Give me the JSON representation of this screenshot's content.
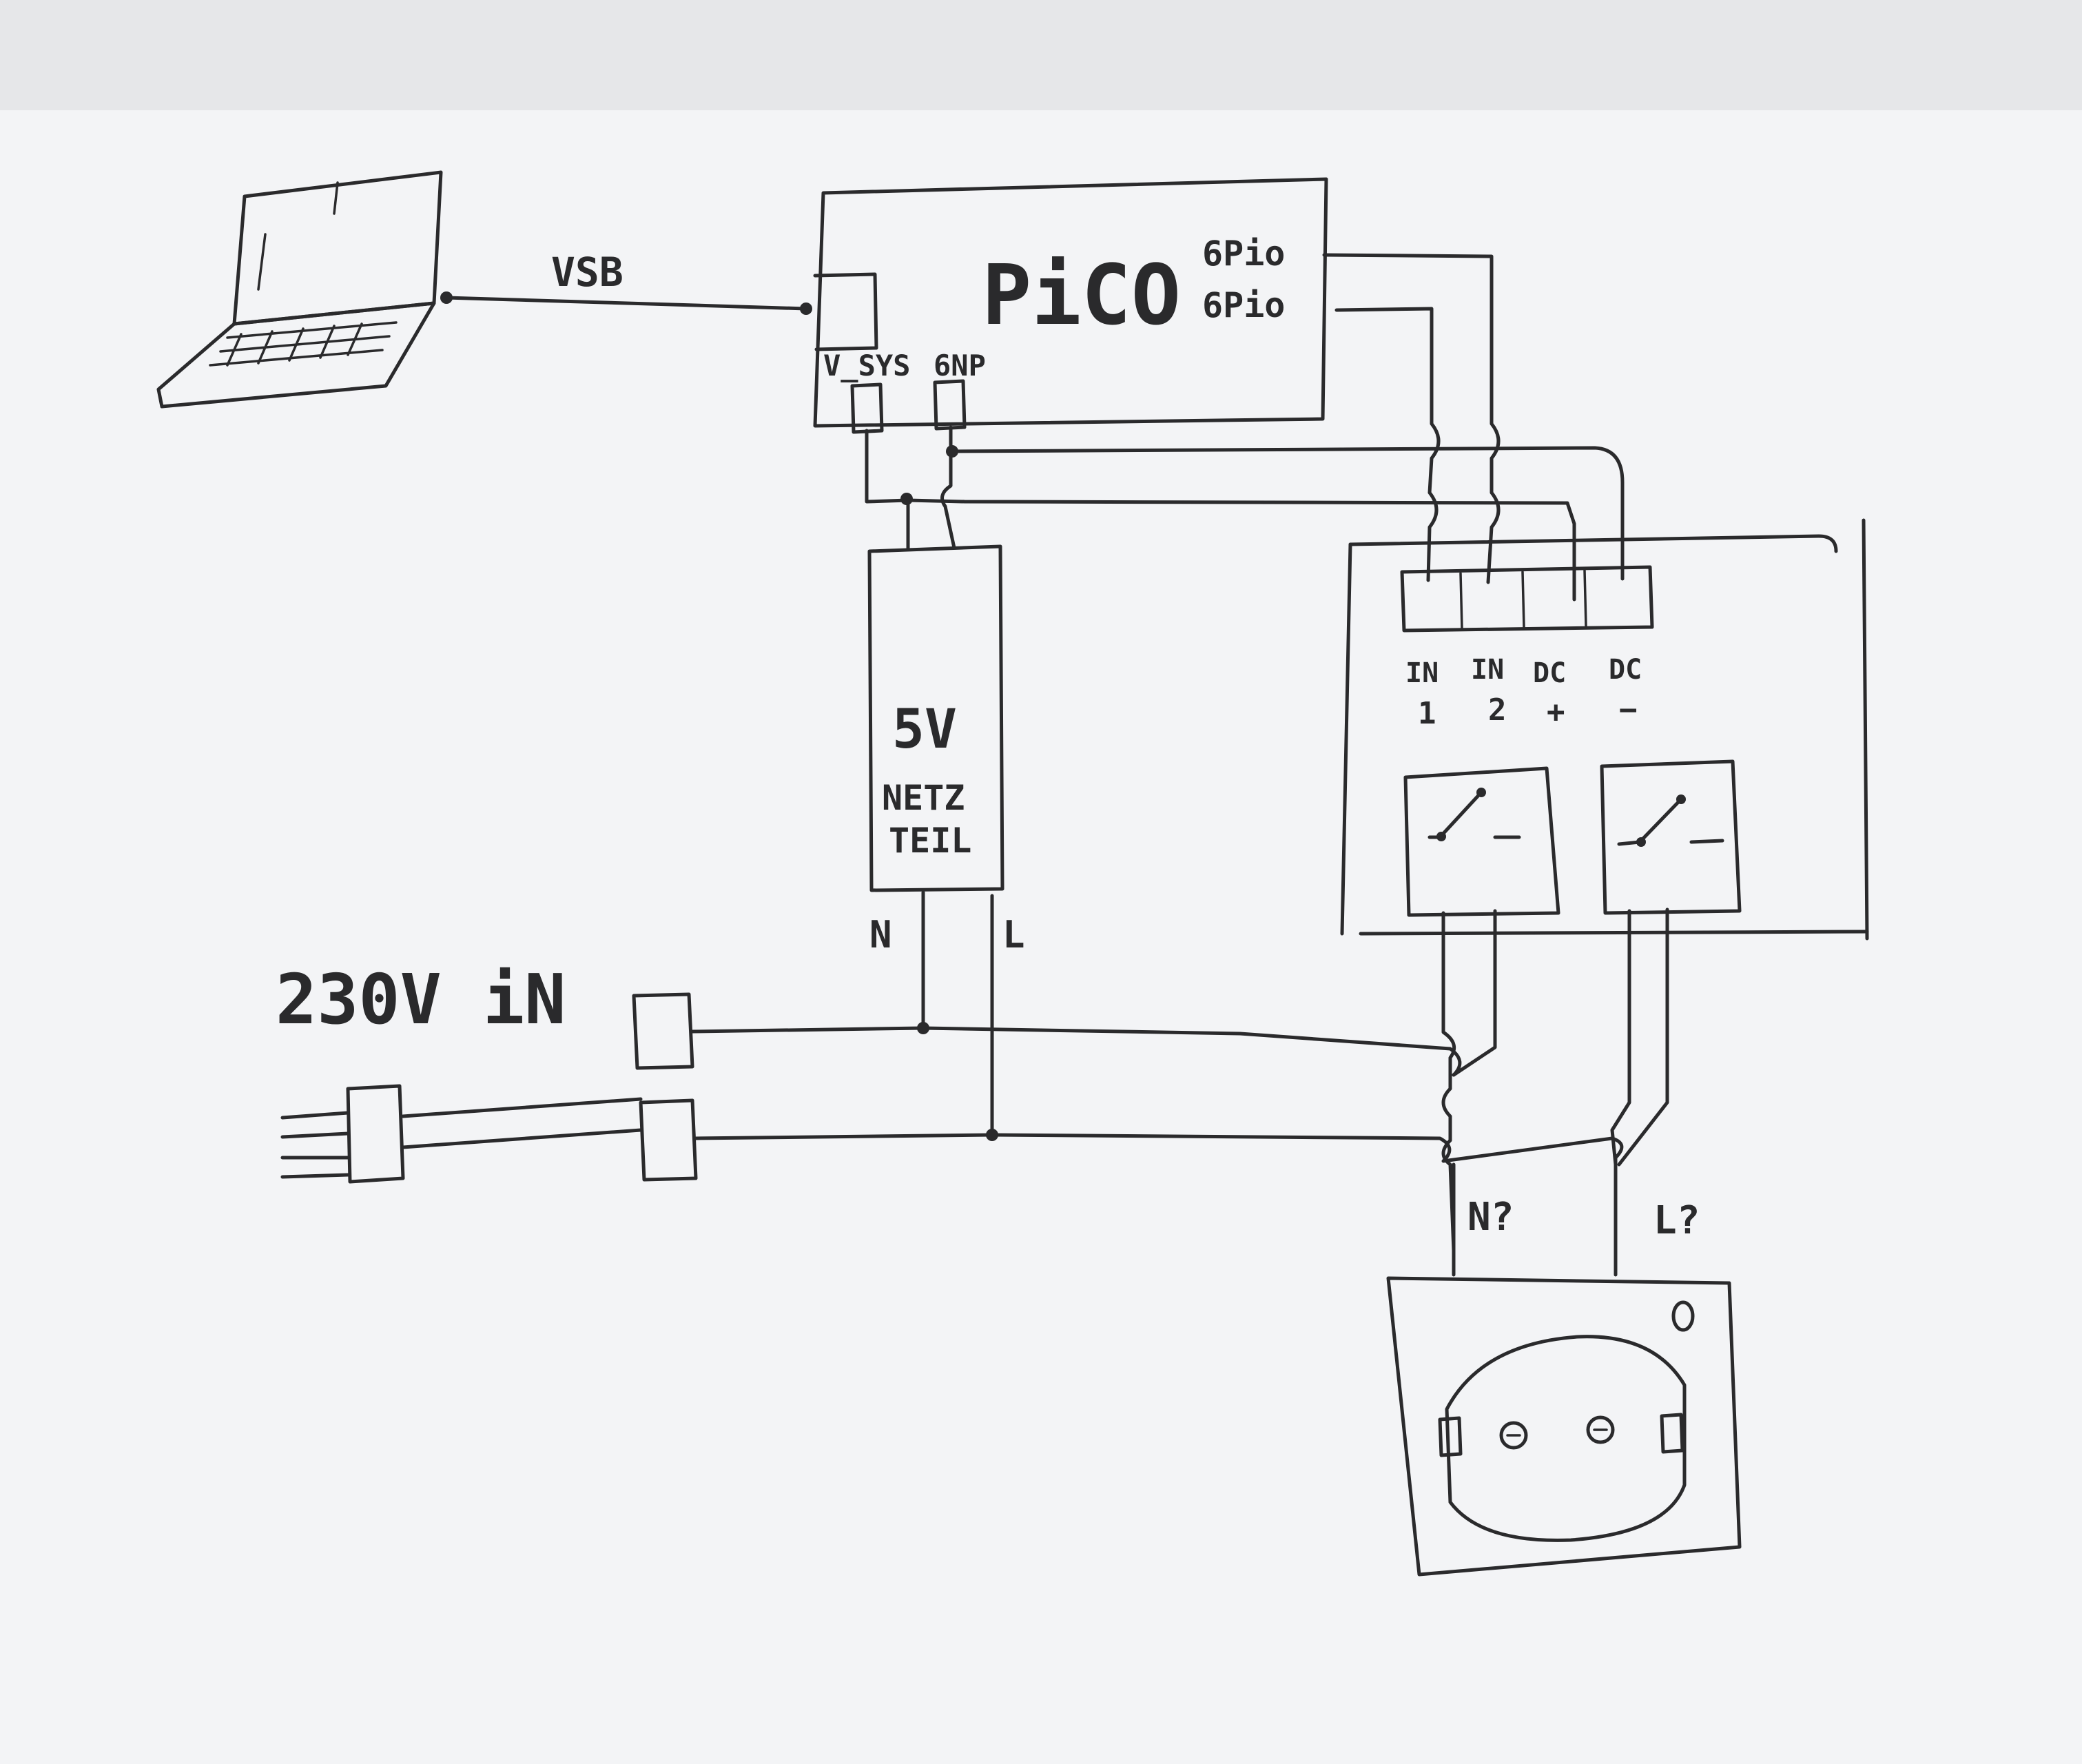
{
  "labels": {
    "usb": "VSB",
    "pico": "PiCO",
    "gpio_1": "6Pio",
    "gpio_2": "6Pio",
    "vsys": "V_SYS",
    "gnd": "6NP",
    "psu_voltage": "5V",
    "psu_line1": "NETZ",
    "psu_line2": "TEIL",
    "psu_n": "N",
    "psu_l": "L",
    "mains_in": "230V iN",
    "relay_in1_top": "IN",
    "relay_in1_bot": "1",
    "relay_in2_top": "IN",
    "relay_in2_bot": "2",
    "relay_dcp_top": "DC",
    "relay_dcp_bot": "+",
    "relay_dcm_top": "DC",
    "relay_dcm_bot": "−",
    "socket_n": "N?",
    "socket_l": "L?"
  },
  "colors": {
    "paper": "#f3f4f6",
    "backdrop": "#e6e7e9",
    "ink": "#2a2a2c"
  }
}
